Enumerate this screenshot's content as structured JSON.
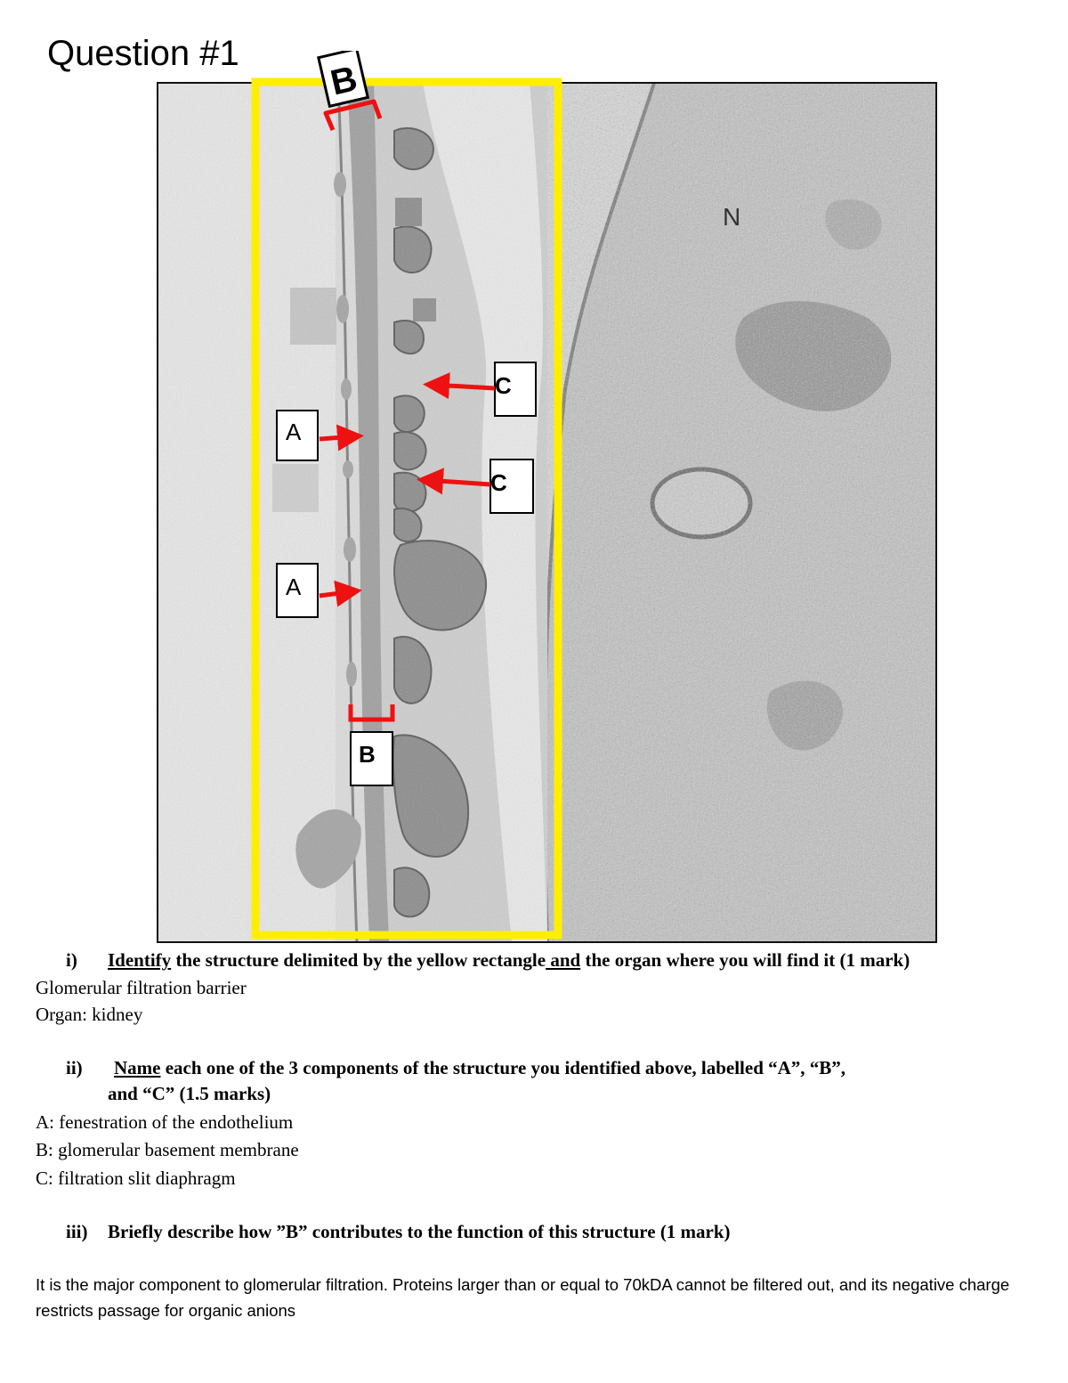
{
  "page": {
    "title": "Question #1"
  },
  "figure": {
    "labels": {
      "A": "A",
      "B": "B",
      "C": "C",
      "N": "N"
    },
    "colors": {
      "yellow_box": "#ffee00",
      "arrows": "#ee1111",
      "frame": "#111111"
    }
  },
  "questions": {
    "q1": {
      "number": "i)",
      "verb": "Identify",
      "text_a": " the structure delimited by the yellow rectangle",
      "and_word": " and",
      "text_b": " the organ where you will find it (1 mark)"
    },
    "q2": {
      "number": "ii)",
      "verb": "Name",
      "text_a": " each one of the 3 components of the structure you identified above, labelled “A”, “B”,",
      "text_b": "and “C” (1.5 marks)"
    },
    "q3": {
      "number": "iii)",
      "text": "Briefly describe how ”B” contributes to the function of this structure (1 mark)"
    }
  },
  "answers": {
    "structure": "Glomerular filtration barrier",
    "organ": "Organ: kidney",
    "a": "A: fenestration of the endothelium",
    "b": "B: glomerular basement membrane",
    "c": "C: filtration slit diaphragm",
    "description": "It is the major component to glomerular filtration. Proteins larger than or equal to 70kDA cannot be filtered out, and its negative charge restricts passage for organic anions"
  }
}
